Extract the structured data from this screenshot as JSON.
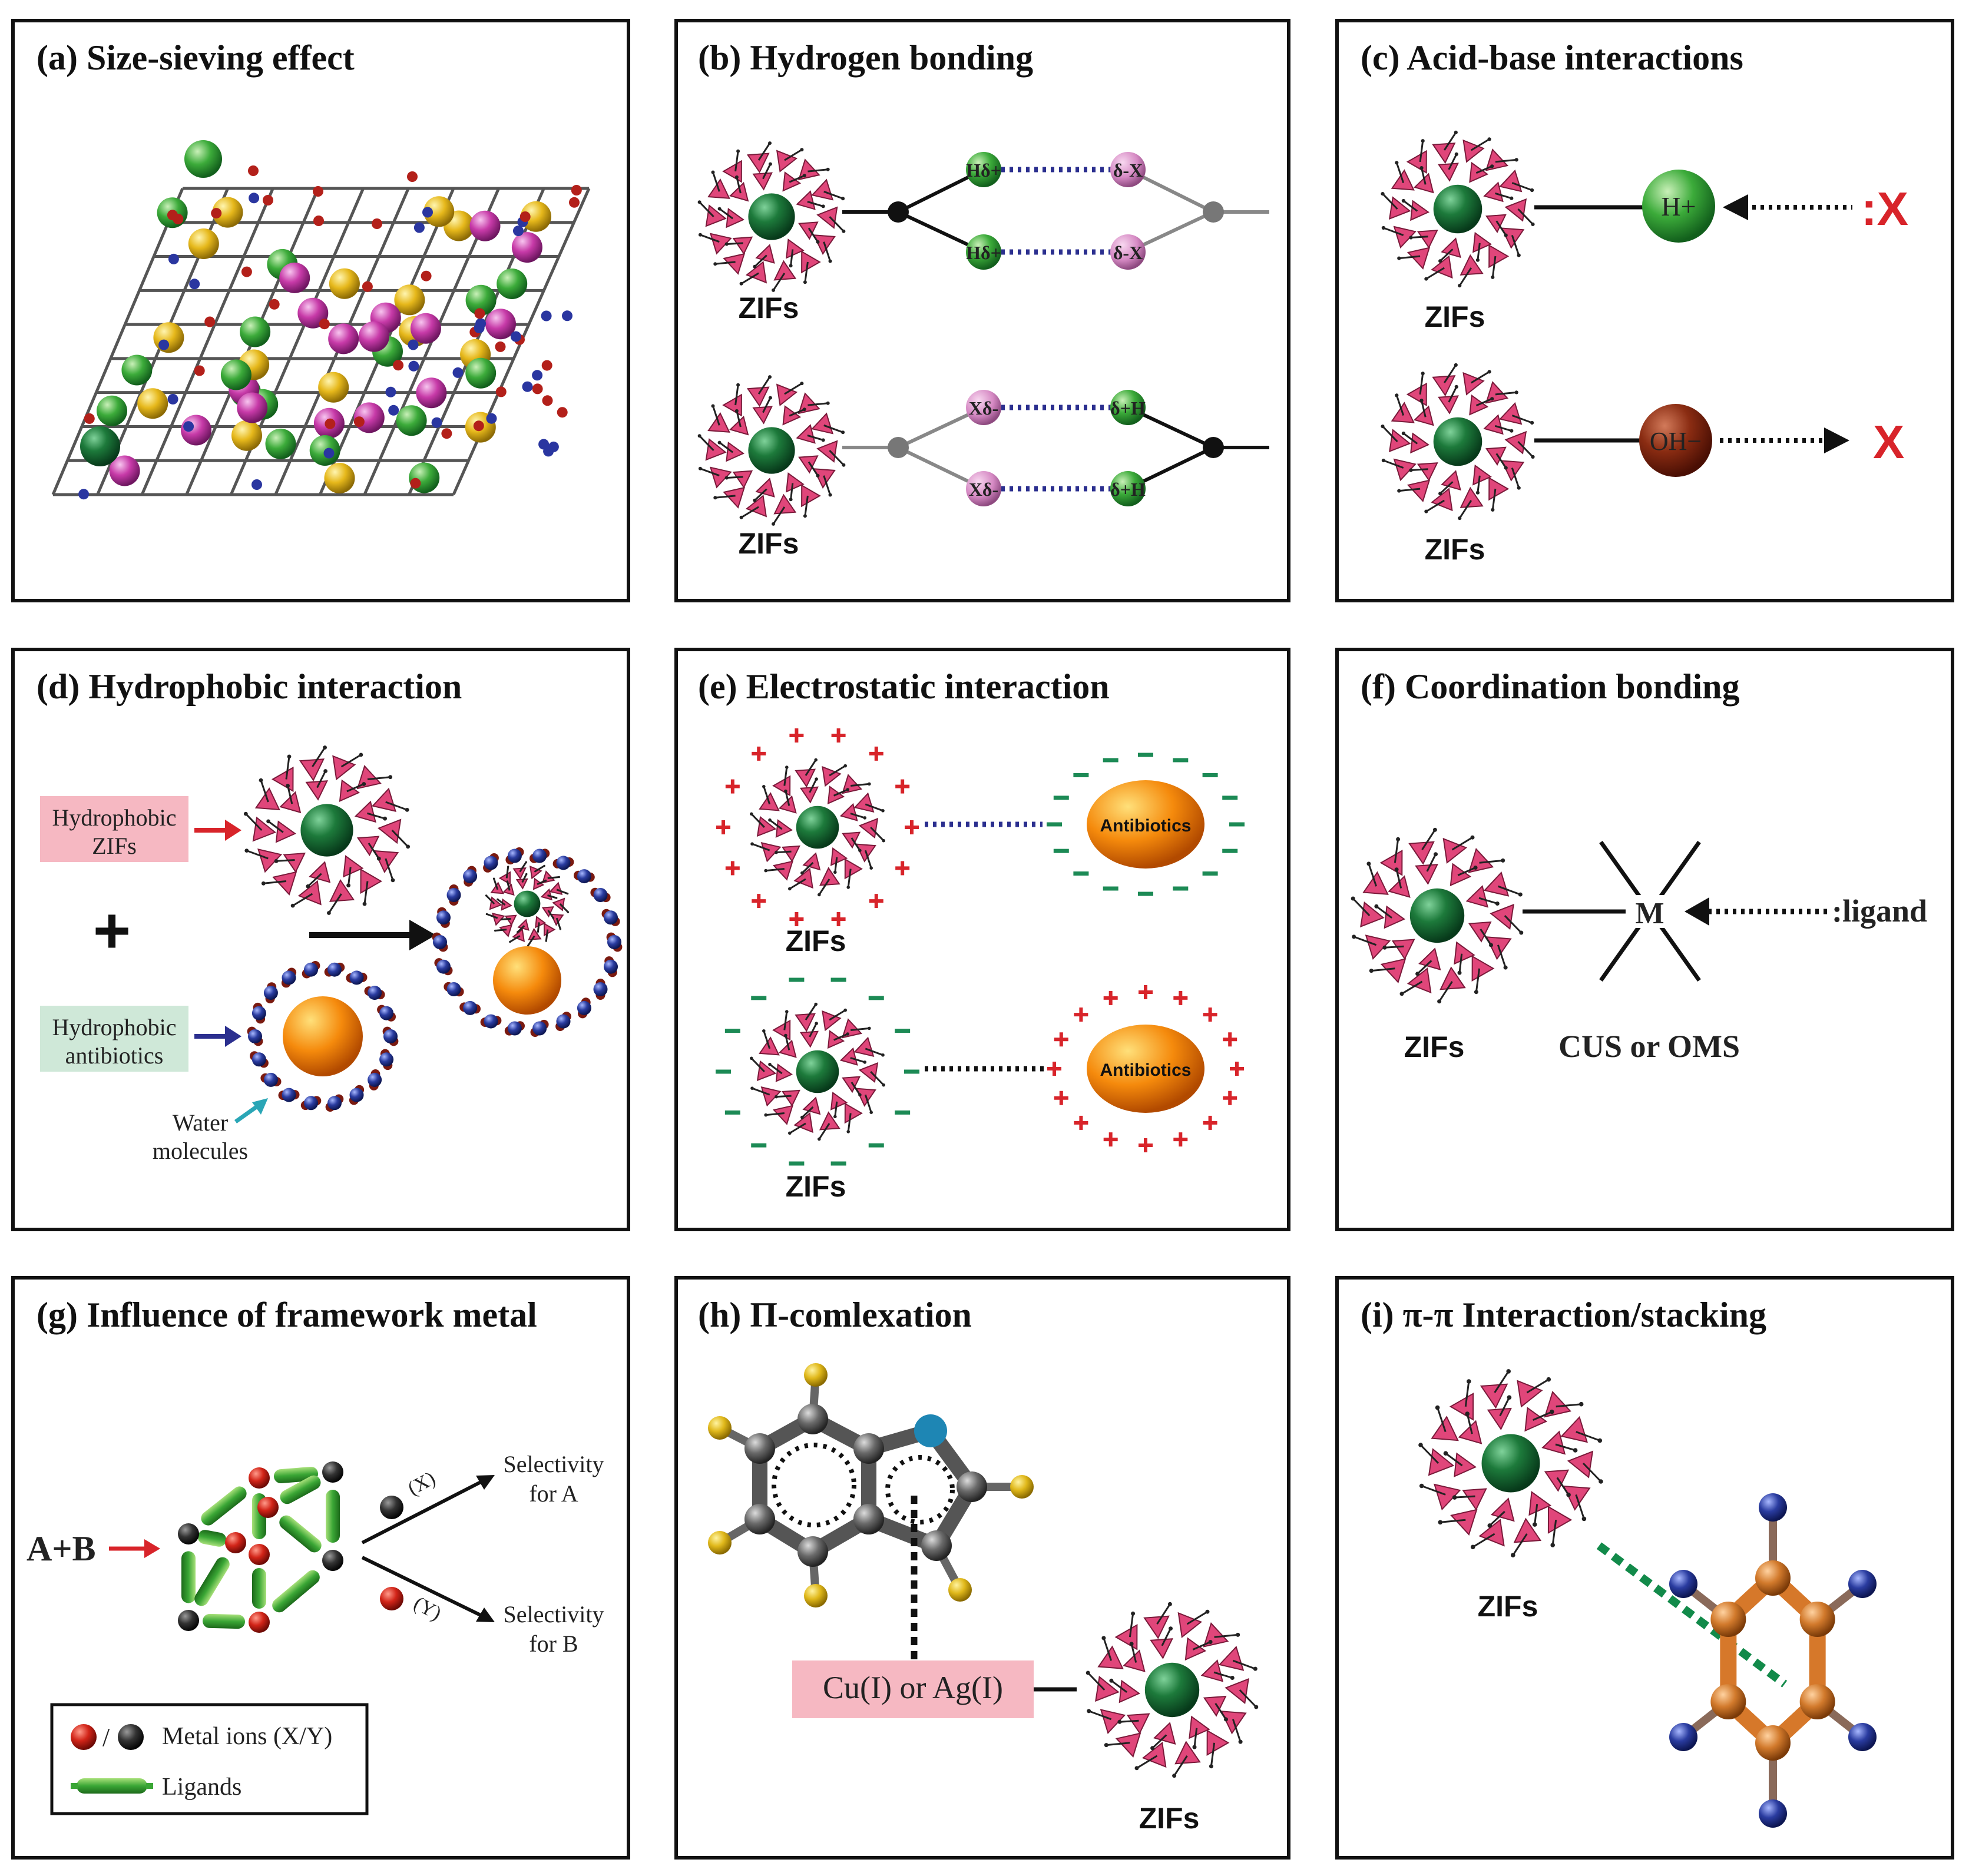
{
  "colors": {
    "frame": "#111111",
    "zif_tetra": "#e0467a",
    "zif_core": "#1b6a34",
    "red_accent": "#d8242a",
    "dotted_blue": "#2b2f8f",
    "antibiotic": "#f08a10",
    "minus_green": "#1c8a55",
    "pink_box": "#f6b8c2",
    "green_box": "#cfe8d8"
  },
  "panels": {
    "a": {
      "title": "(a) Size-sieving effect"
    },
    "b": {
      "title": "(b) Hydrogen bonding",
      "zif_top": "ZIFs",
      "zif_bottom": "ZIFs",
      "h_label": "Hδ+",
      "x_label": "δ-X",
      "x_label_b": "Xδ-",
      "h_label_b": "δ+H"
    },
    "c": {
      "title": "(c) Acid-base interactions",
      "zif_top": "ZIFs",
      "zif_bottom": "ZIFs",
      "h_plus": "H+",
      "oh_minus": "OH−",
      "x_colon": ":X",
      "x_plain": "X"
    },
    "d": {
      "title": "(d) Hydrophobic interaction",
      "box1": [
        "Hydrophobic",
        "ZIFs"
      ],
      "box2": [
        "Hydrophobic",
        "antibiotics"
      ],
      "water": [
        "Water",
        "molecules"
      ],
      "plus": "+"
    },
    "e": {
      "title": "(e) Electrostatic interaction",
      "zif_top": "ZIFs",
      "zif_bottom": "ZIFs",
      "antibiotic": "Antibiotics"
    },
    "f": {
      "title": "(f) Coordination bonding",
      "zif": "ZIFs",
      "metal": "M",
      "ligand": ":ligand",
      "cus": "CUS or OMS"
    },
    "g": {
      "title": "(g) Influence of framework metal",
      "ab": "A+B",
      "x_tag": "(X)",
      "y_tag": "(Y)",
      "sel_a": [
        "Selectivity",
        "for A"
      ],
      "sel_b": [
        "Selectivity",
        "for B"
      ],
      "legend_metal": "Metal ions (X/Y)",
      "legend_ligand": "Ligands",
      "slash": "/"
    },
    "h": {
      "title": "(h) Π-comlexation",
      "metal_box": "Cu(I) or Ag(I)",
      "zif": "ZIFs"
    },
    "i": {
      "title": "(i) π-π Interaction/stacking",
      "zif": "ZIFs"
    }
  }
}
